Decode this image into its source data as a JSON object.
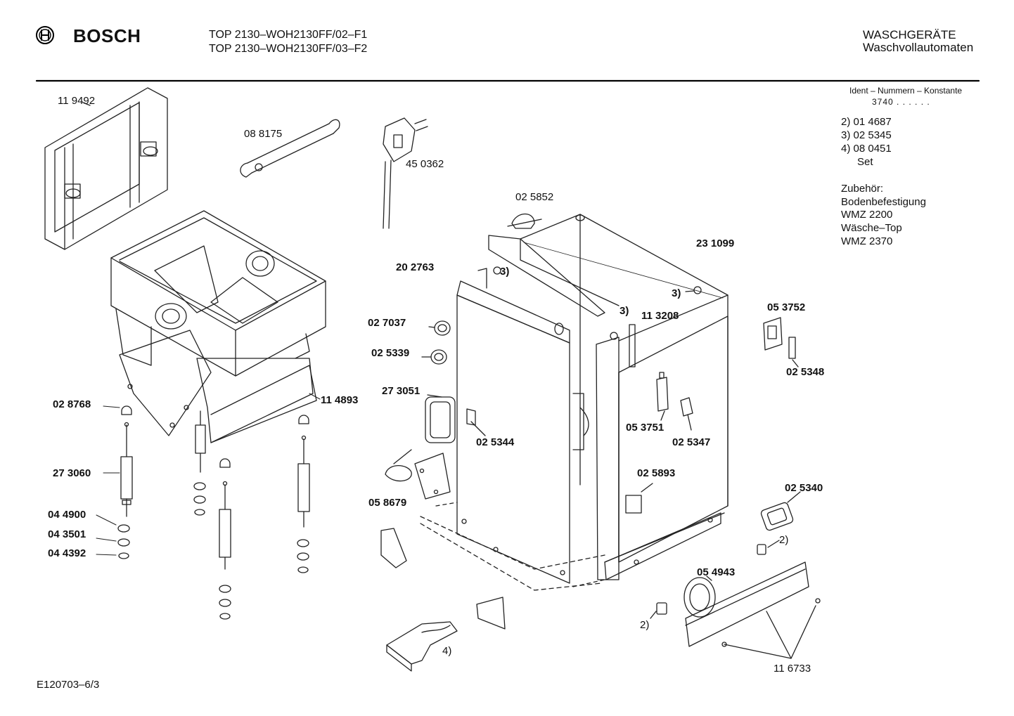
{
  "header": {
    "brand": "BOSCH",
    "models": [
      "TOP 2130–WOH2130FF/02–F1",
      "TOP 2130–WOH2130FF/03–F2"
    ],
    "category": "WASCHGERÄTE",
    "subcategory": "Waschvollautomaten"
  },
  "ident": {
    "title": "Ident – Nummern – Konstante",
    "code": "3740 . . . . . .",
    "lines": [
      "2)  01 4687",
      "3)  02 5345",
      "4)  08 0451",
      "     Set"
    ]
  },
  "accessories": [
    "Zubehör:",
    "Bodenbefestigung",
    "WMZ 2200",
    "Wäsche–Top",
    "WMZ 2370"
  ],
  "parts": {
    "p119492": "11 9492",
    "p088175": "08 8175",
    "p450362": "45 0362",
    "p025852": "02 5852",
    "p231099": "23 1099",
    "p202763": "20 2763",
    "p027037": "02 7037",
    "p025339": "02 5339",
    "p273051": "27 3051",
    "p025344": "02 5344",
    "p113208": "11 3208",
    "p053752": "05 3752",
    "p025348": "02 5348",
    "p053751": "05 3751",
    "p025347": "02 5347",
    "p028768": "02 8768",
    "p114893": "11 4893",
    "p273060": "27 3060",
    "p044900": "04 4900",
    "p043501": "04 3501",
    "p044392": "04 4392",
    "p058679": "05 8679",
    "p025893": "02 5893",
    "p025340": "02 5340",
    "p054943": "05 4943",
    "p116733": "11 6733"
  },
  "refs": {
    "r3": "3)",
    "r2": "2)",
    "r4": "4)"
  },
  "footer": {
    "code": "E120703–6/3"
  }
}
